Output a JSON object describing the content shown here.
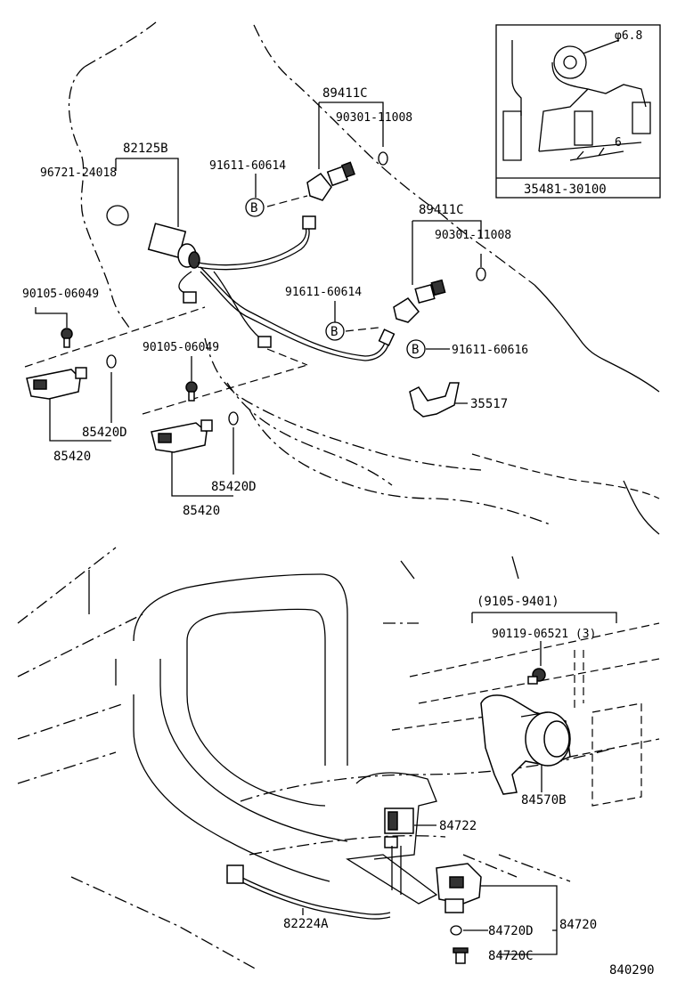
{
  "labels": {
    "p89411c_top": "89411C",
    "p90301_top": "90301-11008",
    "p82125b": "82125B",
    "p96721": "96721-24018",
    "p91611_a": "91611-60614",
    "p89411c_mid": "89411C",
    "p90301_mid": "90301-11008",
    "p90105_left": "90105-06049",
    "p91611_b": "91611-60614",
    "p90105_mid": "90105-06049",
    "p91611_c": "91611-60616",
    "p35517": "35517",
    "p85420d_left": "85420D",
    "p85420_left": "85420",
    "p85420d_mid": "85420D",
    "p85420_mid": "85420",
    "p9105_9401": "(9105-9401)",
    "p90119": "90119-06521 (3)",
    "p84570b": "84570B",
    "p84722": "84722",
    "p82224a": "82224A",
    "p84720": "84720",
    "p84720d": "84720D",
    "p84720c": "84720C",
    "diagram_id": "840290",
    "inset_part": "35481-30100",
    "inset_dia": "φ6.8",
    "inset_dim": "6",
    "callout_b": "B"
  }
}
